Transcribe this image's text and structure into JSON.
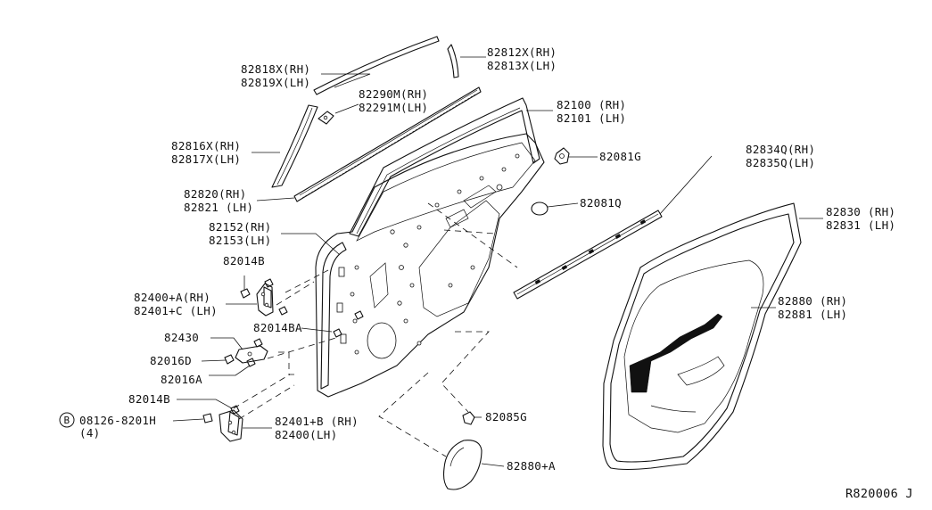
{
  "labels": {
    "l_82812": [
      "82812X(RH)",
      "82813X(LH)"
    ],
    "l_82818": [
      "82818X(RH)",
      "82819X(LH)"
    ],
    "l_82290": [
      "82290M(RH)",
      "82291M(LH)"
    ],
    "l_82100": [
      "82100 (RH)",
      "82101 (LH)"
    ],
    "l_82816": [
      "82816X(RH)",
      "82817X(LH)"
    ],
    "l_82081G": [
      "82081G"
    ],
    "l_82834": [
      "82834Q(RH)",
      "82835Q(LH)"
    ],
    "l_82820": [
      "82820(RH)",
      "82821 (LH)"
    ],
    "l_82081Q": [
      "82081Q"
    ],
    "l_82830": [
      "82830 (RH)",
      "82831 (LH)"
    ],
    "l_82152": [
      "82152(RH)",
      "82153(LH)"
    ],
    "l_82014B_1": [
      "82014B"
    ],
    "l_82400A": [
      "82400+A(RH)",
      "82401+C (LH)"
    ],
    "l_82880": [
      "82880 (RH)",
      "82881 (LH)"
    ],
    "l_82014BA": [
      "82014BA"
    ],
    "l_82430": [
      "82430"
    ],
    "l_82016D": [
      "82016D"
    ],
    "l_82016A": [
      "82016A"
    ],
    "l_82014B_2": [
      "82014B"
    ],
    "l_08126": [
      "08126-8201H",
      "(4)"
    ],
    "l_82401B": [
      "82401+B (RH)",
      "82400(LH)"
    ],
    "l_82085G": [
      "82085G"
    ],
    "l_82880A": [
      "82880+A"
    ]
  },
  "bolt_symbol": "B",
  "diagram_code": "R820006 J"
}
